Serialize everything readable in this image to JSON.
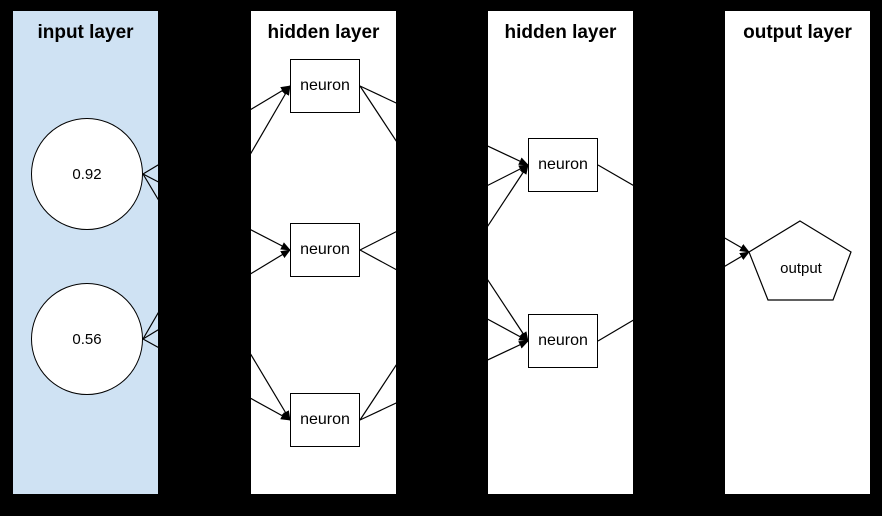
{
  "diagram": {
    "canvas_background": "#000000",
    "edge_color": "#000000",
    "node_fill": "#ffffff",
    "node_border": "#000000",
    "layers": [
      {
        "id": "input",
        "title": "input layer",
        "bg": "#cfe2f3"
      },
      {
        "id": "hidden1",
        "title": "hidden layer",
        "bg": "#ffffff"
      },
      {
        "id": "hidden2",
        "title": "hidden layer",
        "bg": "#ffffff"
      },
      {
        "id": "output",
        "title": "output layer",
        "bg": "#ffffff"
      }
    ],
    "nodes": [
      {
        "id": "in1",
        "layer": "input",
        "shape": "circle",
        "label": "0.92"
      },
      {
        "id": "in2",
        "layer": "input",
        "shape": "circle",
        "label": "0.56"
      },
      {
        "id": "h1n1",
        "layer": "hidden1",
        "shape": "rect",
        "label": "neuron"
      },
      {
        "id": "h1n2",
        "layer": "hidden1",
        "shape": "rect",
        "label": "neuron"
      },
      {
        "id": "h1n3",
        "layer": "hidden1",
        "shape": "rect",
        "label": "neuron"
      },
      {
        "id": "h2n1",
        "layer": "hidden2",
        "shape": "rect",
        "label": "neuron"
      },
      {
        "id": "h2n2",
        "layer": "hidden2",
        "shape": "rect",
        "label": "neuron"
      },
      {
        "id": "out",
        "layer": "output",
        "shape": "pentagon",
        "label": "output"
      }
    ],
    "edges": [
      [
        "in1",
        "h1n1"
      ],
      [
        "in1",
        "h1n2"
      ],
      [
        "in1",
        "h1n3"
      ],
      [
        "in2",
        "h1n1"
      ],
      [
        "in2",
        "h1n2"
      ],
      [
        "in2",
        "h1n3"
      ],
      [
        "h1n1",
        "h2n1"
      ],
      [
        "h1n1",
        "h2n2"
      ],
      [
        "h1n2",
        "h2n1"
      ],
      [
        "h1n2",
        "h2n2"
      ],
      [
        "h1n3",
        "h2n1"
      ],
      [
        "h1n3",
        "h2n2"
      ],
      [
        "h2n1",
        "out"
      ],
      [
        "h2n2",
        "out"
      ]
    ]
  }
}
